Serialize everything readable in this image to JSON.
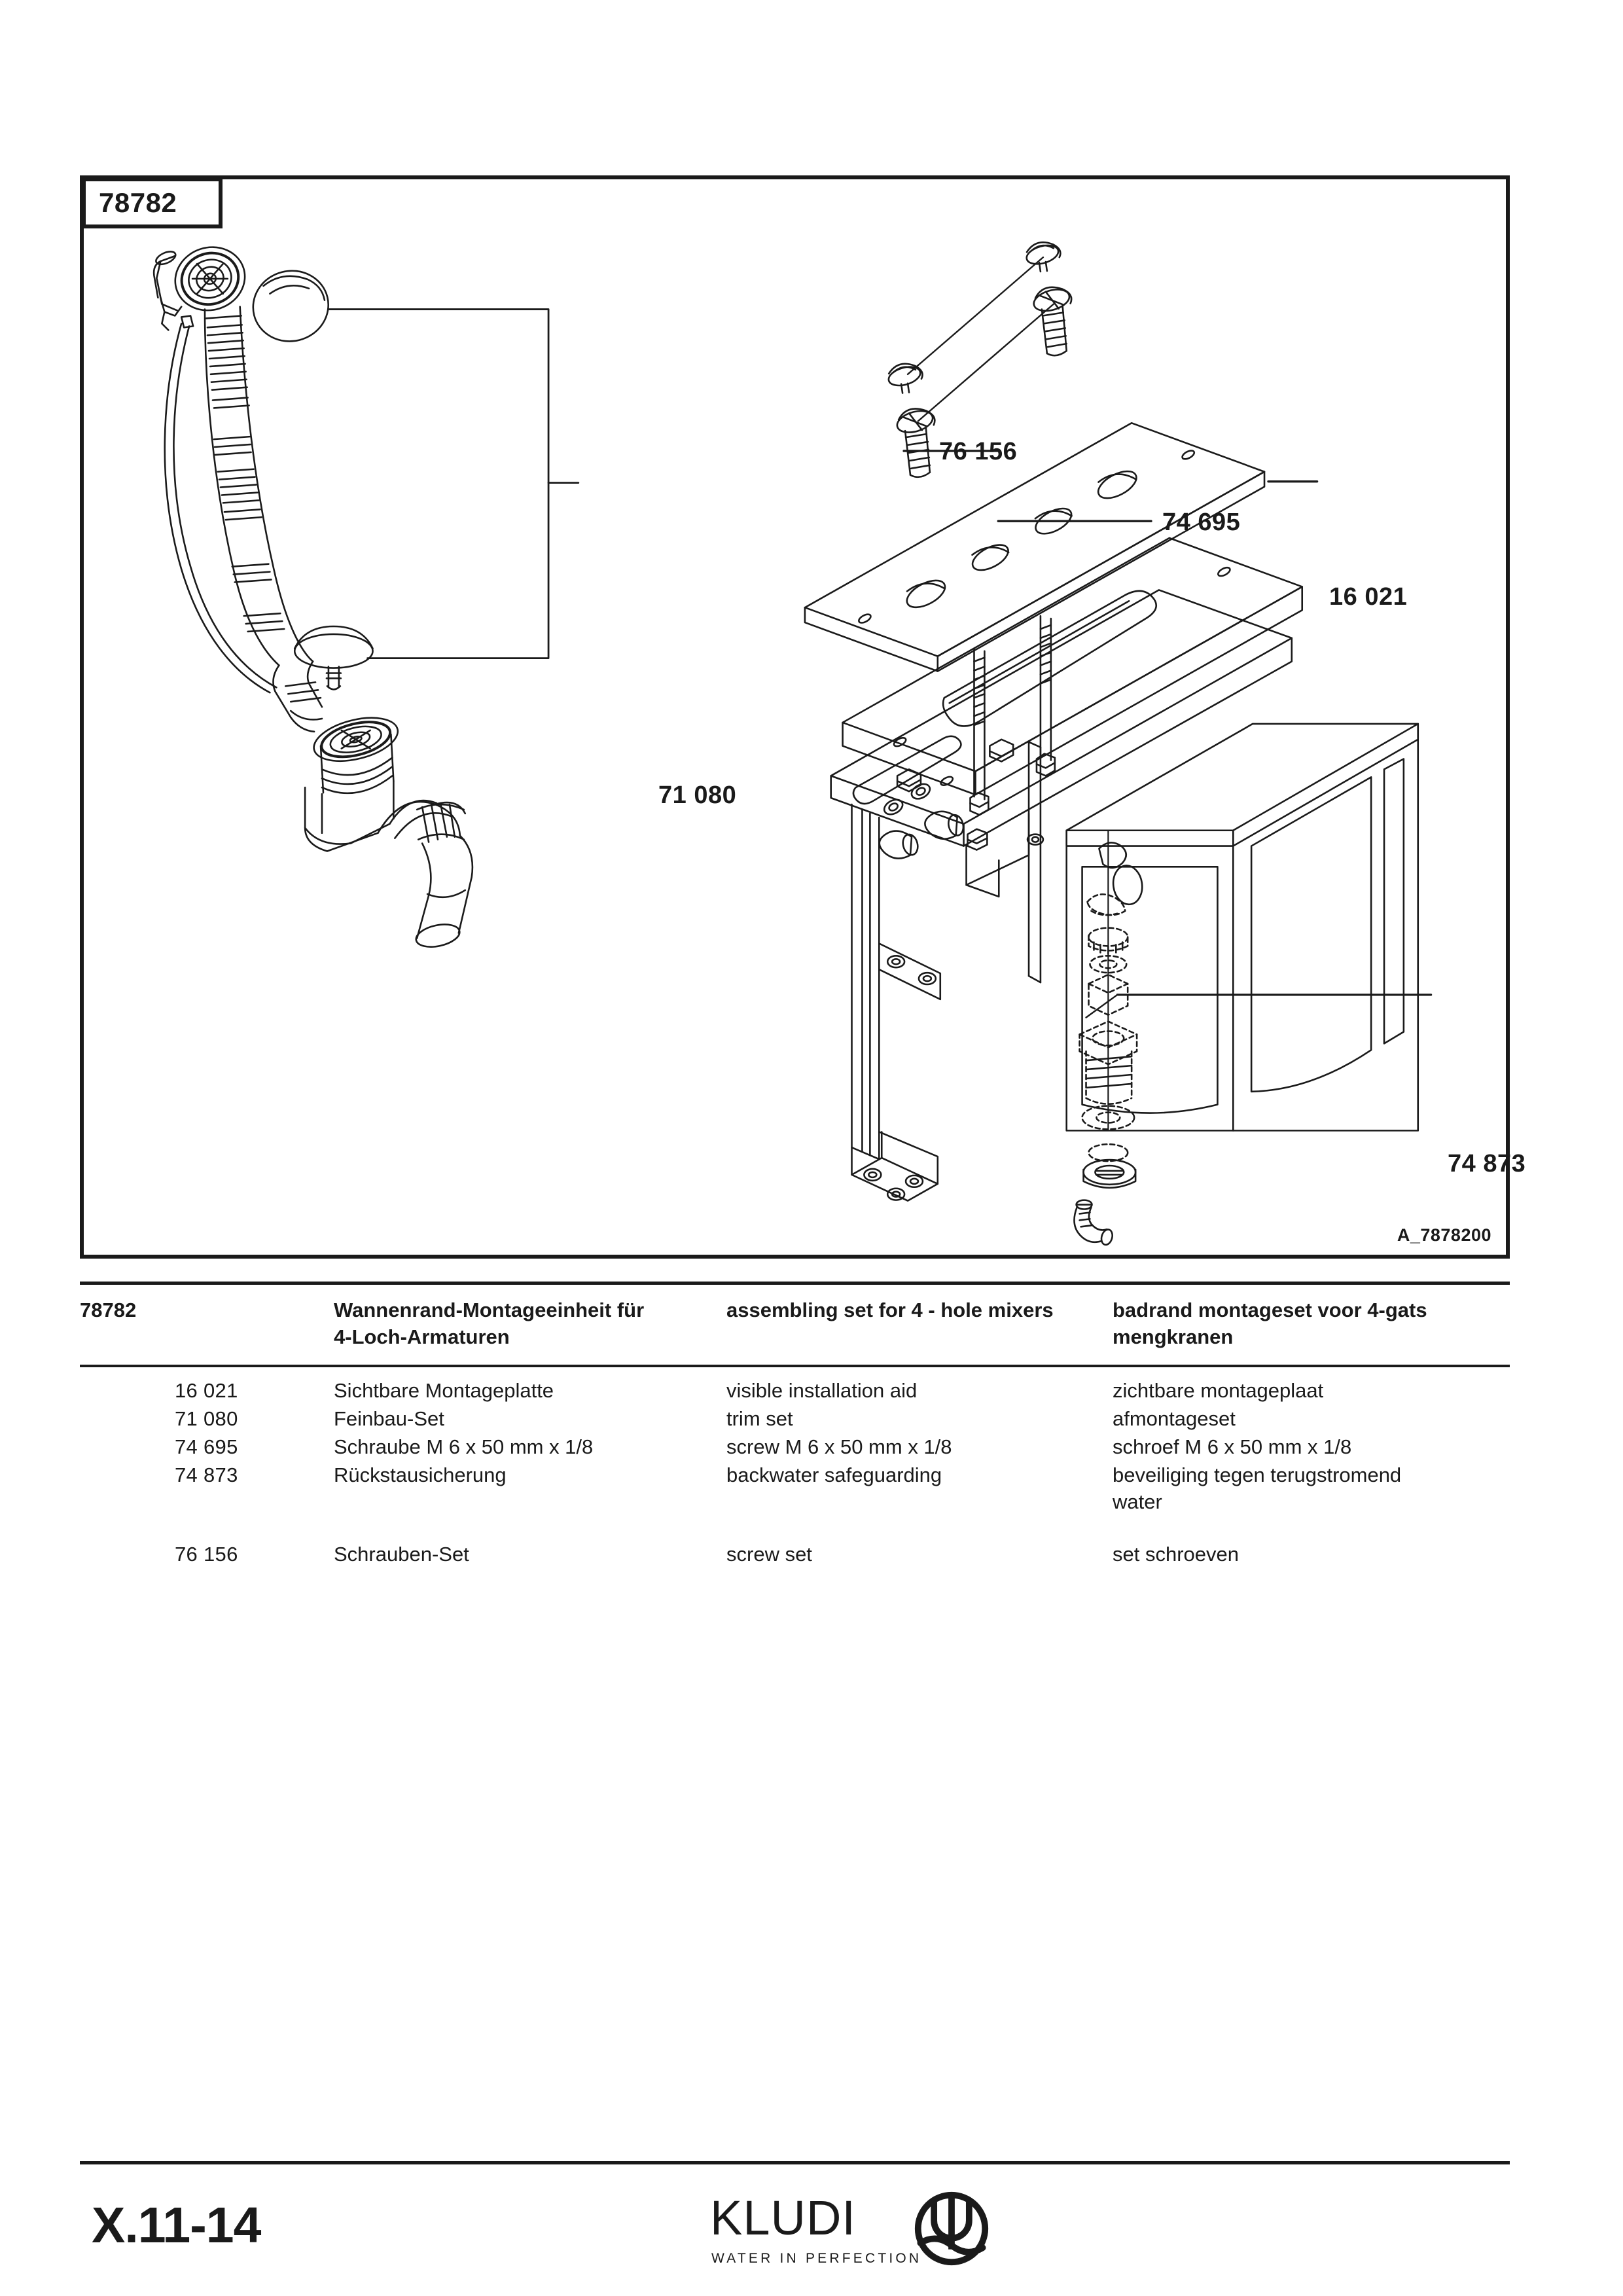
{
  "document": {
    "sheet_number": "78782",
    "drawing_code": "A_7878200",
    "page_number": "X.11-14"
  },
  "drawing": {
    "callouts": [
      {
        "id": "76156",
        "label": "76 156"
      },
      {
        "id": "74695",
        "label": "74 695"
      },
      {
        "id": "16021",
        "label": "16 021"
      },
      {
        "id": "71080",
        "label": "71 080"
      },
      {
        "id": "74873",
        "label": "74 873"
      }
    ]
  },
  "parts_table": {
    "header": {
      "number": "78782",
      "de": "Wannenrand-Montageeinheit für\n4-Loch-Armaturen",
      "de_line1": "Wannenrand-Montageeinheit für",
      "de_line2": "4-Loch-Armaturen",
      "en": "assembling set for 4 - hole mixers",
      "nl_line1": "badrand montageset voor 4-gats",
      "nl_line2": "mengkranen"
    },
    "rows": [
      {
        "number": "16 021",
        "de": "Sichtbare Montageplatte",
        "en": "visible installation aid",
        "nl": "zichtbare montageplaat"
      },
      {
        "number": "71 080",
        "de": "Feinbau-Set",
        "en": "trim set",
        "nl": "afmontageset"
      },
      {
        "number": "74 695",
        "de": "Schraube M 6 x 50 mm x 1/8",
        "en": "screw M 6 x 50 mm x 1/8",
        "nl": "schroef M 6 x 50 mm x 1/8"
      },
      {
        "number": "74 873",
        "de": "Rückstausicherung",
        "en": "backwater safeguarding",
        "nl": "beveiliging tegen terugstromend",
        "nl_cont": "water"
      },
      {
        "number": "76 156",
        "de": "Schrauben-Set",
        "en": "screw set",
        "nl": "set schroeven"
      }
    ]
  },
  "footer": {
    "brand_name": "KLUDI",
    "brand_tagline": "WATER IN PERFECTION",
    "brand_mark_icon": "kludi-trident-circle-logo"
  },
  "colors": {
    "ink": "#1a1a1a",
    "paper": "#ffffff"
  }
}
